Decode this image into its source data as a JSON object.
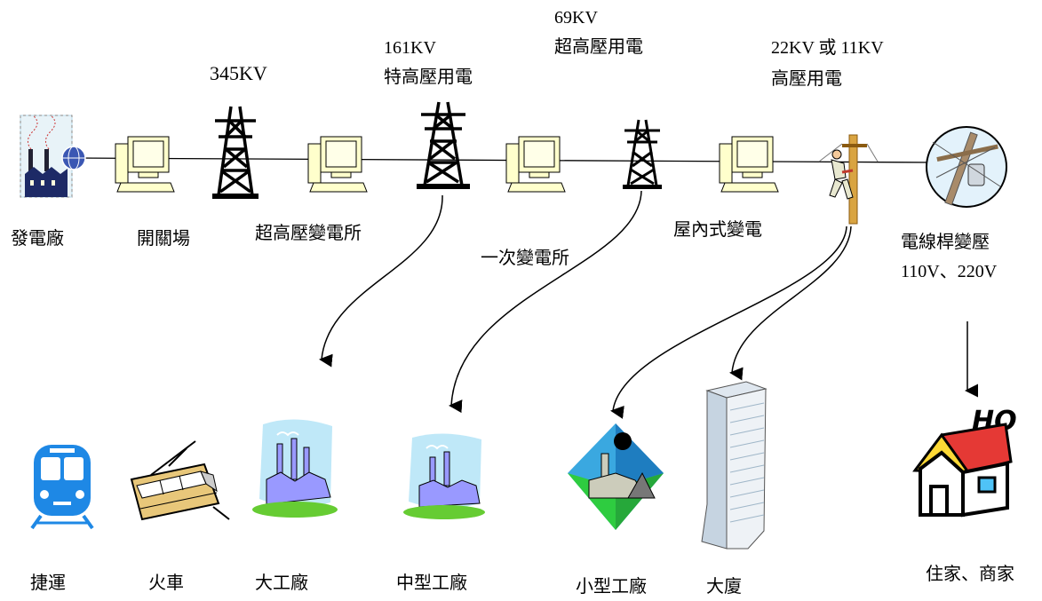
{
  "top_nodes": {
    "power_plant": "發電廠",
    "switchyard": "開關場",
    "ehv_substation": "超高壓變電所",
    "primary_substation": "一次變電所",
    "indoor_substation": "屋內式變電",
    "pole_transformer": "電線桿變壓"
  },
  "voltages": {
    "v345": "345KV",
    "v161": "161KV",
    "v161_desc": "特高壓用電",
    "v69": "69KV",
    "v69_desc": "超高壓用電",
    "v22_11": "22KV 或 11KV",
    "v22_11_desc": "高壓用電",
    "v110_220": "110V、220V"
  },
  "consumers": {
    "mrt": "捷運",
    "train": "火車",
    "large_factory": "大工廠",
    "medium_factory": "中型工廠",
    "small_factory": "小型工廠",
    "building": "大廈",
    "homes_shops": "住家、商家"
  },
  "house_sign": "HO",
  "colors": {
    "line": "#000000",
    "monitor_fill": "#ffffcc",
    "sky": "#99ddff",
    "grass": "#66cc33",
    "factory": "#9999ff",
    "mrt_blue": "#1e88e5",
    "roof_red": "#e53935",
    "roof_yellow": "#fdd835",
    "diamond_blue": "#3aa8e0",
    "diamond_green": "#2ecc40"
  }
}
